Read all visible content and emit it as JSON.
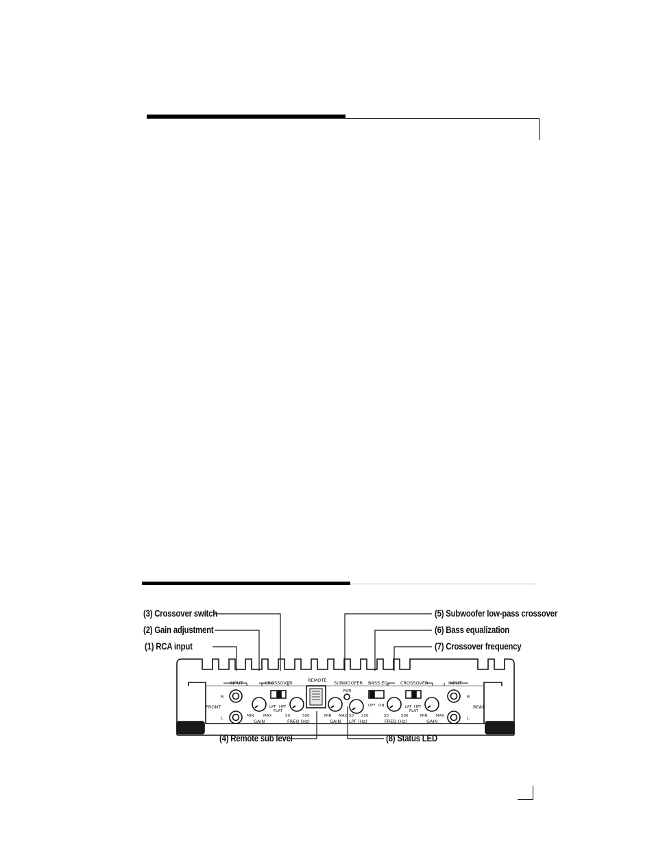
{
  "callouts": {
    "crossover_switch": "(3) Crossover switch",
    "gain_adjustment": "(2) Gain adjustment",
    "rca_input": "(1) RCA input",
    "sub_lowpass": "(5) Subwoofer low-pass crossover",
    "bass_eq": "(6) Bass equalization",
    "crossover_freq": "(7) Crossover frequency",
    "remote_sub_level": "(4) Remote sub level",
    "status_led": "(8) Status LED"
  },
  "panel": {
    "front": "FRONT",
    "rear": "REAR",
    "input": "INPUT",
    "crossover": "CROSSOVER",
    "remote": "REMOTE",
    "subwoofer": "SUBWOOFER",
    "bass_eq": "BASS EQ",
    "pwr": "PWR",
    "r": "R",
    "l": "L",
    "min": "MIN",
    "max": "MAX",
    "gain": "GAIN",
    "lpf": "LPF",
    "hpf": "HPF",
    "flat": "FLAT",
    "freq_hz": "FREQ (Hz)",
    "lpf_hz": "LPF (Hz)",
    "f50": "50",
    "f500": "500",
    "f250": "250",
    "off": "OFF",
    "on": "ON"
  }
}
